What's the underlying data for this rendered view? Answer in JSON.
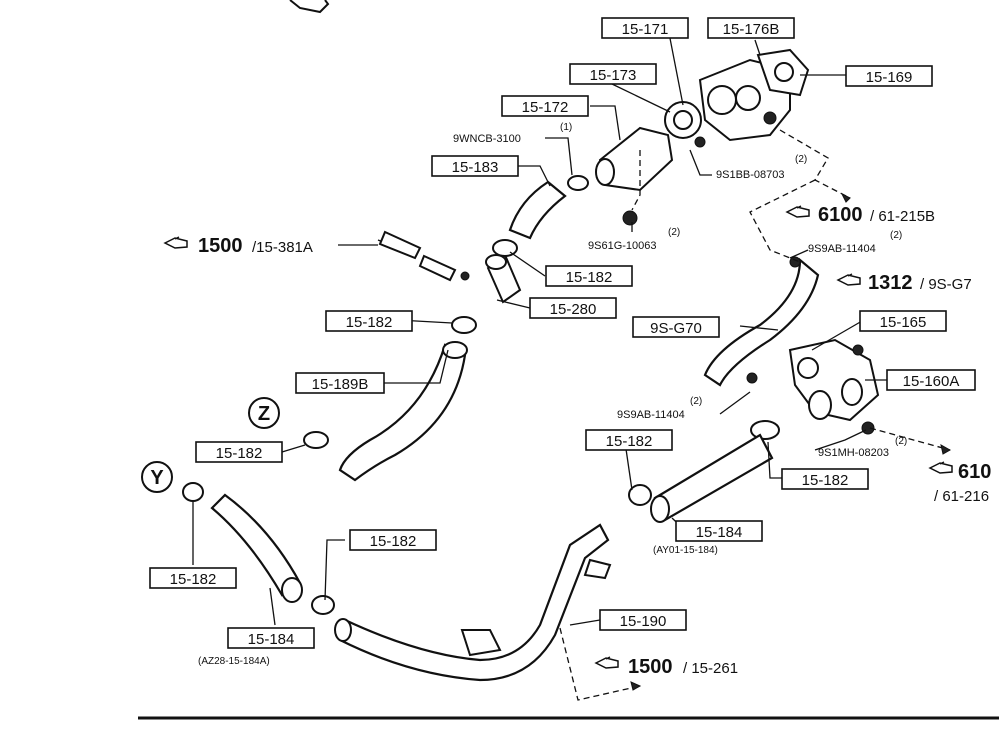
{
  "boxed_part_numbers": {
    "p1": "15-171",
    "p2": "15-176B",
    "p3": "15-173",
    "p4": "15-169",
    "p5": "15-172",
    "p6": "15-183",
    "p7": "15-182",
    "p8": "15-280",
    "p9": "15-182",
    "p10": "9S-G70",
    "p11": "15-165",
    "p12": "15-189B",
    "p13": "15-160A",
    "p14": "15-182",
    "p15": "15-182",
    "p16": "15-182",
    "p17": "15-184",
    "p18": "15-182",
    "p19": "15-182",
    "p20": "15-184",
    "p21": "15-190"
  },
  "small_part_numbers": {
    "s1": "9WNCB-3100",
    "s2": "9S1BB-08703",
    "s3": "9S61G-10063",
    "s4": "9S9AB-11404",
    "s5": "9S9AB-11404",
    "s6": "9S1MH-08203"
  },
  "quantities": {
    "q1": "(1)",
    "q2": "(2)",
    "q3": "(2)",
    "q4": "(2)",
    "q5": "(2)",
    "q6": "(2)"
  },
  "supplementary_numbers": {
    "a1": "(AY01-15-184)",
    "a2": "(AZ28-15-184A)"
  },
  "references": {
    "r1_bold": "1500",
    "r1_rest": "/15-381A",
    "r2_bold": "6100",
    "r2_rest": "/ 61-215B",
    "r3_bold": "1312",
    "r3_rest": "/ 9S-G7",
    "r4_bold": "610",
    "r4_rest": "/ 61-216",
    "r5_bold": "1500",
    "r5_rest": "/ 15-261"
  },
  "circle_markers": {
    "m1": "Z",
    "m2": "Y"
  },
  "icons": {
    "reference_arrow": "pointing-hand-icon"
  }
}
